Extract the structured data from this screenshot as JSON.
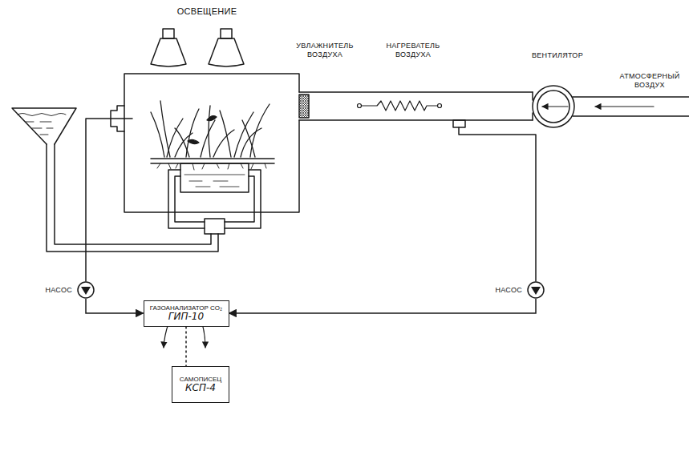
{
  "diagram": {
    "nodes": [
      {
        "text": [
          "НАСОС"
        ]
      },
      {
        "text": [
          "НАСОС"
        ]
      },
      {
        "text": [
          "ГАЗОАНАЛИЗАТОР CO₂",
          "ГИП-10"
        ]
      },
      {
        "text": [
          "САМОПИСЕЦ",
          "КСП-4"
        ]
      }
    ],
    "edges": [
      {
        "from": 0,
        "to": 2,
        "arrow": "to"
      },
      {
        "from": 1,
        "to": 2,
        "arrow": "to"
      },
      {
        "from": 2,
        "to": 3,
        "arrow": "none"
      }
    ],
    "labels": [
      "ОСВЕЩЕНИЕ",
      "УВЛАЖНИТЕЛЬ ВОЗДУХА",
      "НАГРЕВАТЕЛЬ ВОЗДУХА",
      "ВЕНТИЛЯТОР",
      "АТМОСФЕРНЫЙ ВОЗДУХ"
    ]
  }
}
